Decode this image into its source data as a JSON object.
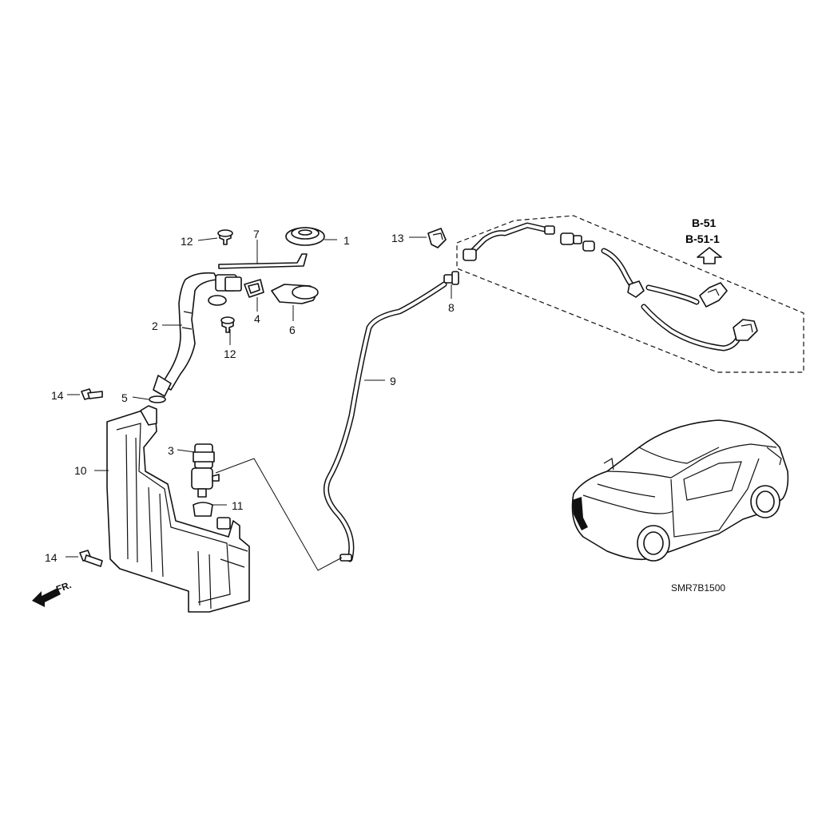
{
  "callouts": [
    {
      "id": "c1",
      "text": "1"
    },
    {
      "id": "c2",
      "text": "2"
    },
    {
      "id": "c3",
      "text": "3"
    },
    {
      "id": "c4",
      "text": "4"
    },
    {
      "id": "c5",
      "text": "5"
    },
    {
      "id": "c6",
      "text": "6"
    },
    {
      "id": "c7",
      "text": "7"
    },
    {
      "id": "c8",
      "text": "8"
    },
    {
      "id": "c9",
      "text": "9"
    },
    {
      "id": "c10",
      "text": "10"
    },
    {
      "id": "c11",
      "text": "11"
    },
    {
      "id": "c12a",
      "text": "12"
    },
    {
      "id": "c12b",
      "text": "12"
    },
    {
      "id": "c13",
      "text": "13"
    },
    {
      "id": "c14a",
      "text": "14"
    },
    {
      "id": "c14b",
      "text": "14"
    }
  ],
  "reference": {
    "line1": "B-51",
    "line2": "B-51-1"
  },
  "front_marker": "FR.",
  "diagram_code": "SMR7B1500"
}
